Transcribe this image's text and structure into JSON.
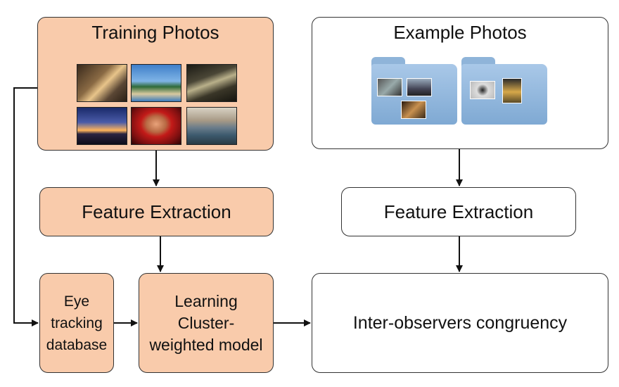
{
  "training": {
    "title": "Training Photos"
  },
  "example": {
    "title": "Example Photos"
  },
  "feature_left": {
    "label": "Feature Extraction"
  },
  "feature_right": {
    "label": "Feature Extraction"
  },
  "eye": {
    "label": "Eye tracking database"
  },
  "learning": {
    "label": "Learning Cluster-weighted model"
  },
  "ioc": {
    "label": "Inter-observers congruency"
  },
  "colors": {
    "peach": "#f9cbab",
    "border": "#333333",
    "folder": "#8fb4d9"
  },
  "icons": [
    "photo-thumbnail",
    "folder-icon",
    "arrow"
  ]
}
